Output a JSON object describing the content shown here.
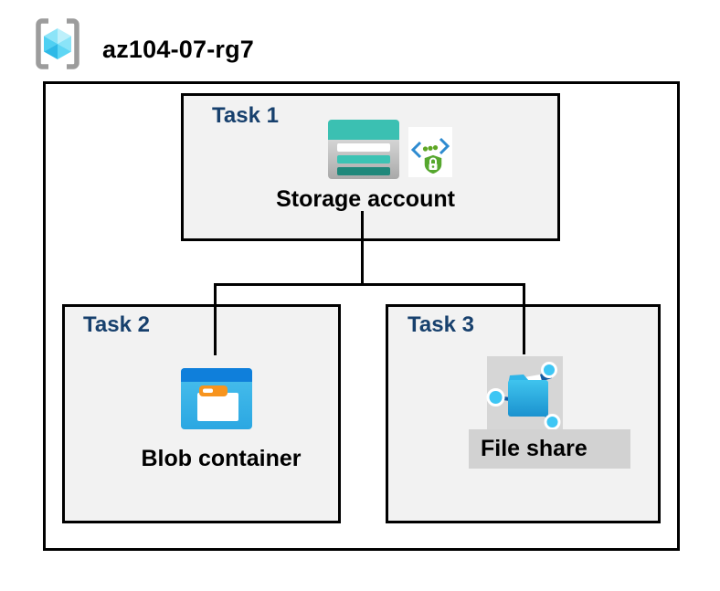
{
  "header": {
    "title": "az104-07-rg7",
    "icon": "resource-group-icon"
  },
  "tasks": {
    "task1": {
      "label": "Task 1",
      "item": "Storage account",
      "icons": [
        "storage-account-icon",
        "api-security-icon"
      ]
    },
    "task2": {
      "label": "Task 2",
      "item": "Blob container",
      "icons": [
        "blob-container-icon"
      ]
    },
    "task3": {
      "label": "Task 3",
      "item": "File share",
      "icons": [
        "file-share-icon"
      ],
      "highlighted": true
    }
  },
  "connections": [
    {
      "from": "task1-storage-account",
      "to": "task2-blob-container"
    },
    {
      "from": "task1-storage-account",
      "to": "task3-file-share"
    }
  ],
  "colors": {
    "task_label": "#17406D",
    "box_fill": "#F2F2F2",
    "border": "#000000",
    "storage_teal": "#3BC0B2",
    "storage_teal_dark": "#20887B",
    "blob_bar_blue": "#0F7FDB",
    "blob_body_blue": "#3BB6E9",
    "file_share_blue": "#2BA9E0",
    "node_cyan": "#3DC6F4",
    "navy_accent": "#135CA3",
    "shield_green": "#56A72E",
    "bracket_blue": "#2E8BD0",
    "highlight_gray": "#D2D2D2",
    "rg_bracket_gray": "#9C9C9C"
  }
}
